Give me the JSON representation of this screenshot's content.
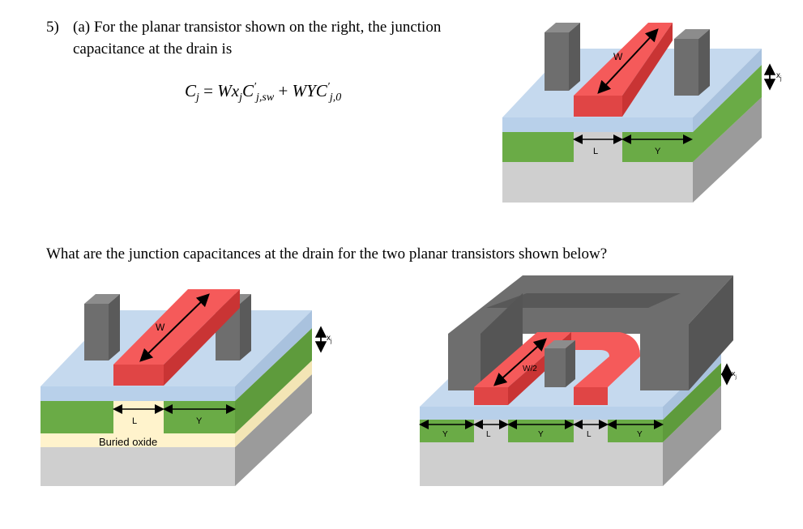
{
  "question": {
    "number": "5)",
    "part_a_line1": "(a) For the planar transistor shown on the right, the junction",
    "part_a_line2": "capacitance at the drain is",
    "formula": {
      "lhs": "C",
      "lhs_sub": "j",
      "eq": " = ",
      "t1a": "Wx",
      "t1a_sub": "j",
      "t1b": "C",
      "t1b_prime": "′",
      "t1b_sub": "j,sw",
      "plus": " + ",
      "t2a": "WYC",
      "t2a_prime": "′",
      "t2a_sub": "j,0"
    },
    "question_line": "What are the junction capacitances at the drain for the two planar transistors shown below?"
  },
  "figure1": {
    "w": "W",
    "l": "L",
    "y": "Y",
    "xj": "x",
    "xj_sub": "j"
  },
  "figure2": {
    "w": "W",
    "l": "L",
    "y": "Y",
    "xj": "x",
    "xj_sub": "j",
    "buried": "Buried oxide"
  },
  "figure3": {
    "w": "W/2",
    "l1": "L",
    "l2": "L",
    "y1": "Y",
    "y2": "Y",
    "y3": "Y",
    "xj": "x",
    "xj_sub": "j"
  },
  "colors": {
    "oxide": "#c5d9ee",
    "green": "#6aab46",
    "gate": "#f55a5a",
    "metal": "#6e6e6e",
    "substrate": "#cfcfcf",
    "buried": "#fff3cc"
  }
}
